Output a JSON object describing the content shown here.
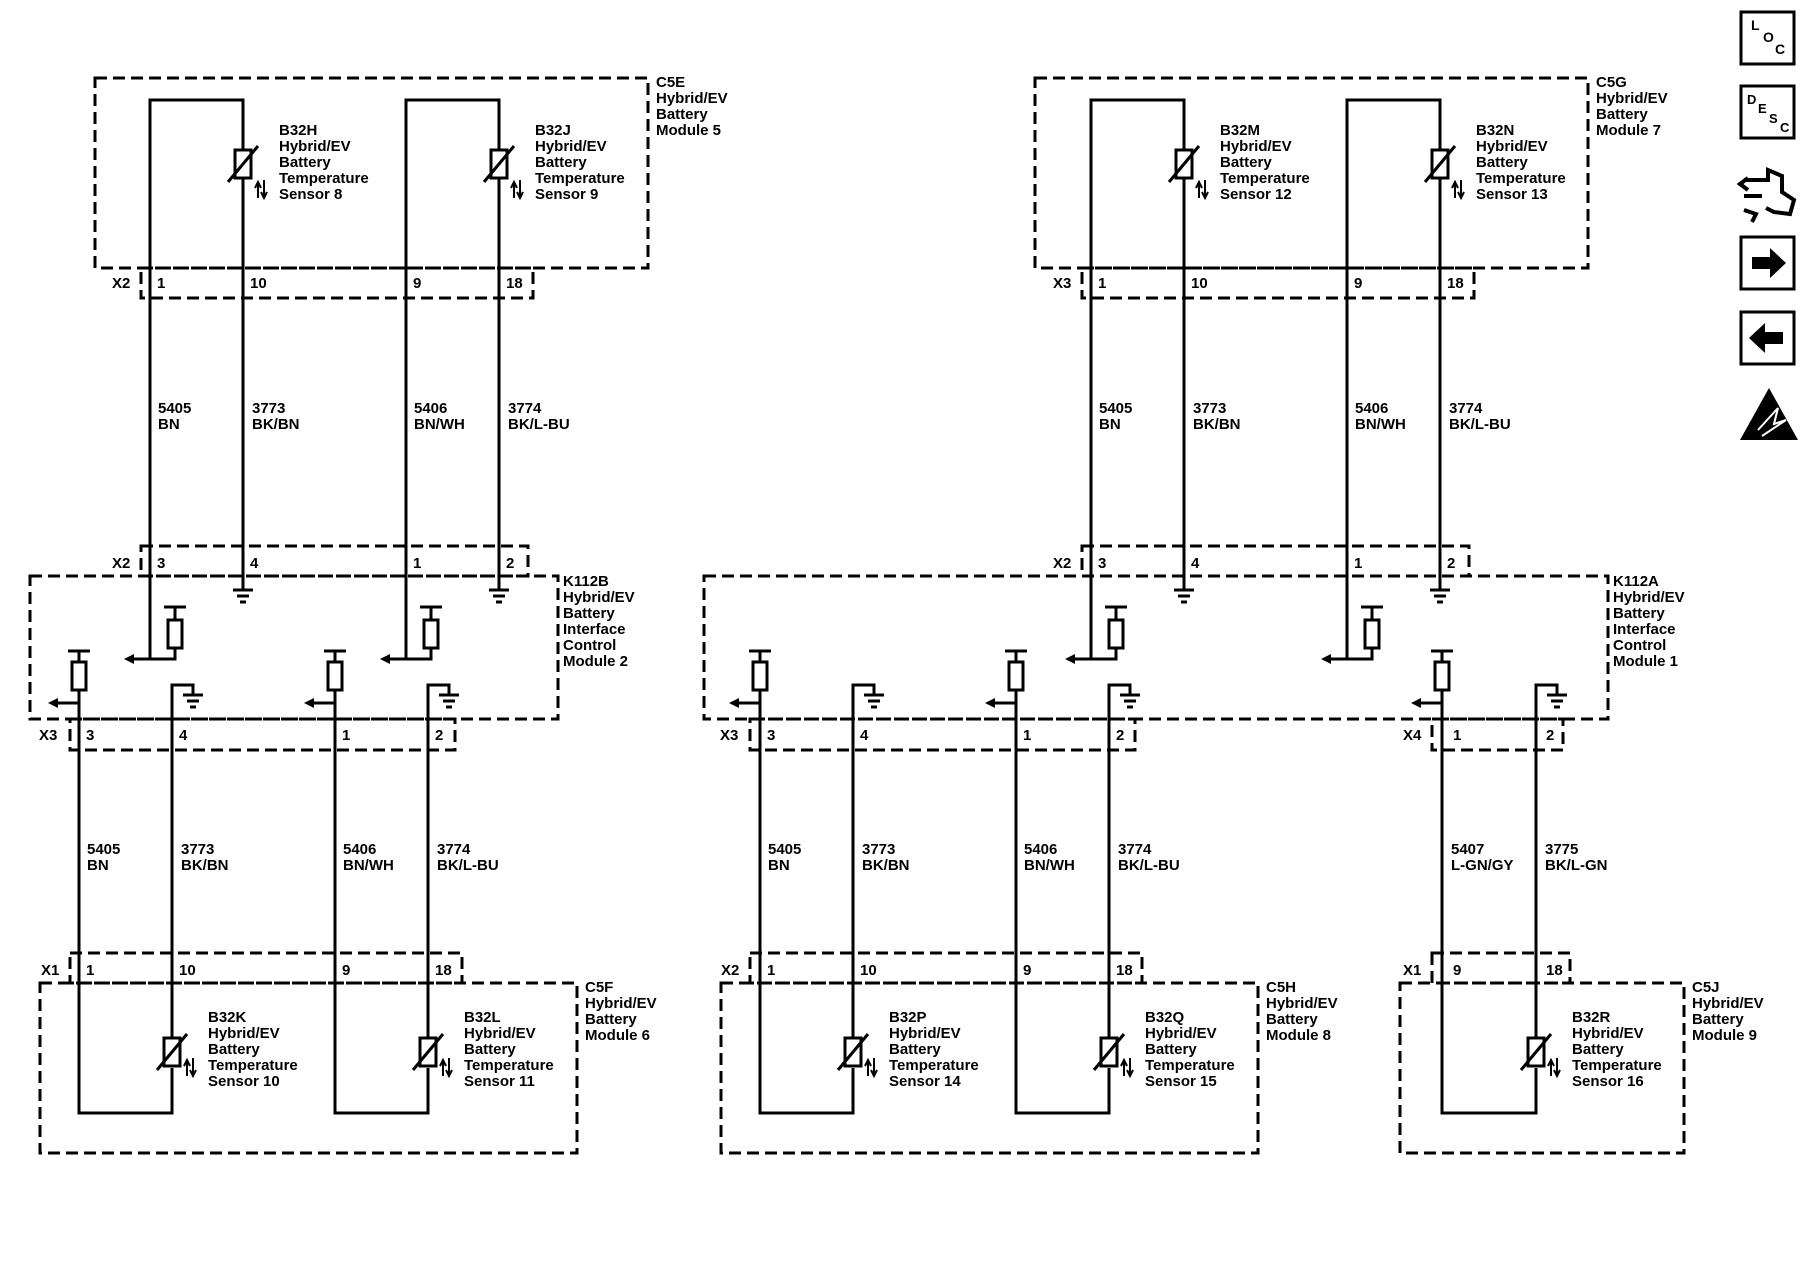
{
  "modules": [
    {
      "id": "C5E",
      "lines": [
        "C5E",
        "Hybrid/EV",
        "Battery",
        "Module 5"
      ]
    },
    {
      "id": "C5G",
      "lines": [
        "C5G",
        "Hybrid/EV",
        "Battery",
        "Module 7"
      ]
    },
    {
      "id": "C5F",
      "lines": [
        "C5F",
        "Hybrid/EV",
        "Battery",
        "Module 6"
      ]
    },
    {
      "id": "C5H",
      "lines": [
        "C5H",
        "Hybrid/EV",
        "Battery",
        "Module 8"
      ]
    },
    {
      "id": "C5J",
      "lines": [
        "C5J",
        "Hybrid/EV",
        "Battery",
        "Module 9"
      ]
    },
    {
      "id": "K112B",
      "lines": [
        "K112B",
        "Hybrid/EV",
        "Battery",
        "Interface",
        "Control",
        "Module 2"
      ]
    },
    {
      "id": "K112A",
      "lines": [
        "K112A",
        "Hybrid/EV",
        "Battery",
        "Interface",
        "Control",
        "Module 1"
      ]
    }
  ],
  "sensors": [
    {
      "id": "B32H",
      "lines": [
        "B32H",
        "Hybrid/EV",
        "Battery",
        "Temperature",
        "Sensor 8"
      ]
    },
    {
      "id": "B32J",
      "lines": [
        "B32J",
        "Hybrid/EV",
        "Battery",
        "Temperature",
        "Sensor 9"
      ]
    },
    {
      "id": "B32M",
      "lines": [
        "B32M",
        "Hybrid/EV",
        "Battery",
        "Temperature",
        "Sensor 12"
      ]
    },
    {
      "id": "B32N",
      "lines": [
        "B32N",
        "Hybrid/EV",
        "Battery",
        "Temperature",
        "Sensor 13"
      ]
    },
    {
      "id": "B32K",
      "lines": [
        "B32K",
        "Hybrid/EV",
        "Battery",
        "Temperature",
        "Sensor 10"
      ]
    },
    {
      "id": "B32L",
      "lines": [
        "B32L",
        "Hybrid/EV",
        "Battery",
        "Temperature",
        "Sensor 11"
      ]
    },
    {
      "id": "B32P",
      "lines": [
        "B32P",
        "Hybrid/EV",
        "Battery",
        "Temperature",
        "Sensor 14"
      ]
    },
    {
      "id": "B32Q",
      "lines": [
        "B32Q",
        "Hybrid/EV",
        "Battery",
        "Temperature",
        "Sensor 15"
      ]
    },
    {
      "id": "B32R",
      "lines": [
        "B32R",
        "Hybrid/EV",
        "Battery",
        "Temperature",
        "Sensor 16"
      ]
    }
  ],
  "connectors": {
    "top_left_module": "X2",
    "top_left_k112b": "X2",
    "top_right_module": "X3",
    "top_right_k112a": "X2",
    "bottom_k112b": "X3",
    "bottom_k112a_left": "X3",
    "bottom_k112a_right": "X4",
    "c5f": "X1",
    "c5h": "X2",
    "c5j": "X1"
  },
  "pins": {
    "top_module": [
      "1",
      "10",
      "9",
      "18"
    ],
    "top_icm": [
      "3",
      "4",
      "1",
      "2"
    ],
    "bottom_icm": [
      "3",
      "4",
      "1",
      "2"
    ],
    "bottom_icm_x4": [
      "1",
      "2"
    ],
    "bottom_module": [
      "1",
      "10",
      "9",
      "18"
    ],
    "bottom_module_c5j": [
      "9",
      "18"
    ]
  },
  "wires": {
    "w5405": [
      "5405",
      "BN"
    ],
    "w3773": [
      "3773",
      "BK/BN"
    ],
    "w5406": [
      "5406",
      "BN/WH"
    ],
    "w3774": [
      "3774",
      "BK/L-BU"
    ],
    "w5407": [
      "5407",
      "L-GN/GY"
    ],
    "w3775": [
      "3775",
      "BK/L-GN"
    ]
  },
  "nav": {
    "loc": [
      "L",
      "O",
      "C"
    ],
    "desc": [
      "D",
      "E",
      "S",
      "C"
    ]
  },
  "icons": {
    "loc": "location-icon",
    "desc": "description-icon",
    "connector": "connector-icon",
    "next": "arrow-right-icon",
    "prev": "arrow-left-icon",
    "warning": "esd-warning-icon"
  }
}
